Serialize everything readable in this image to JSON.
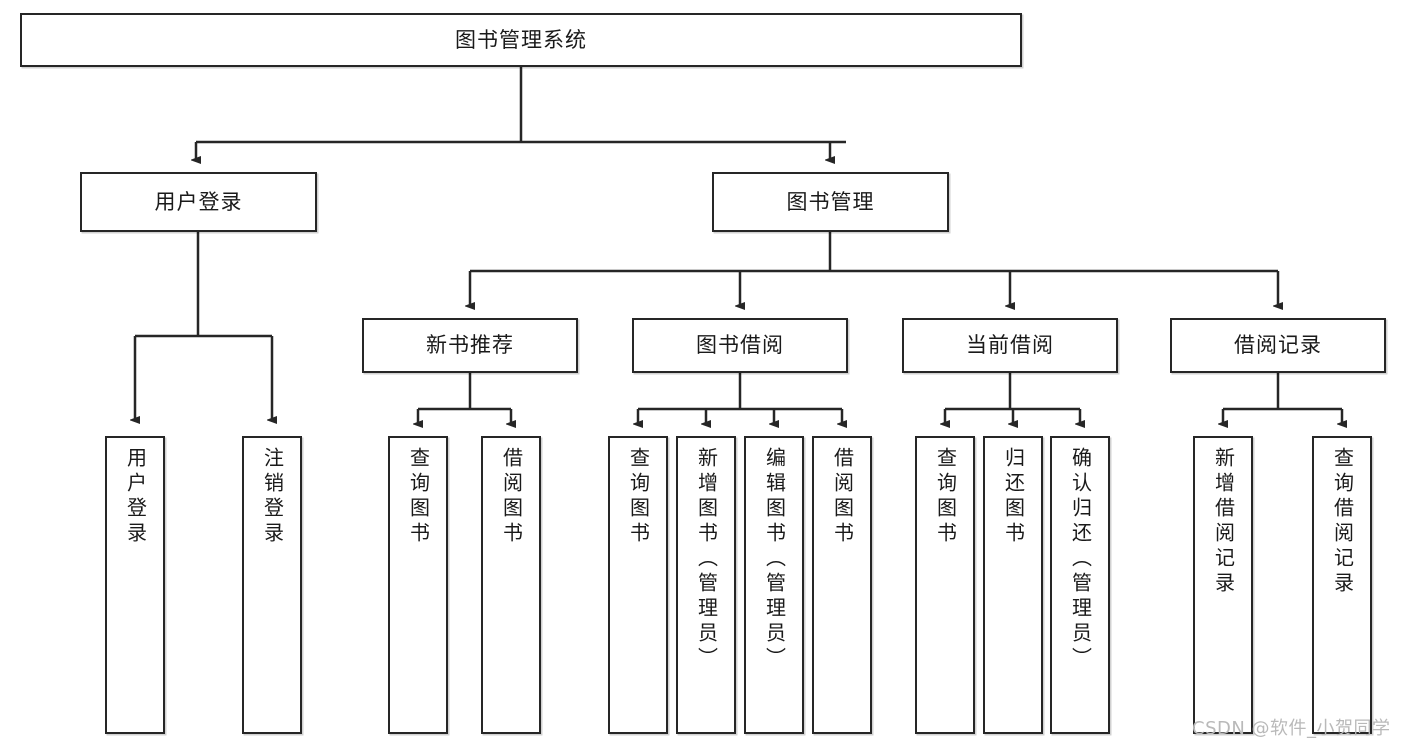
{
  "diagram": {
    "title_node": {
      "label": "图书管理系统"
    },
    "level1": [
      {
        "id": "user-login",
        "label": "用户登录"
      },
      {
        "id": "book-management",
        "label": "图书管理"
      }
    ],
    "level2": [
      {
        "id": "new-book-recommend",
        "label": "新书推荐"
      },
      {
        "id": "book-borrow",
        "label": "图书借阅"
      },
      {
        "id": "current-borrow",
        "label": "当前借阅"
      },
      {
        "id": "borrow-record",
        "label": "借阅记录"
      }
    ],
    "leaves": {
      "user_login": [
        {
          "id": "leaf-user-login",
          "label": "用户登录"
        },
        {
          "id": "leaf-logout",
          "label": "注销登录"
        }
      ],
      "new_book_recommend": [
        {
          "id": "leaf-query-book-1",
          "label": "查询图书"
        },
        {
          "id": "leaf-borrow-book-1",
          "label": "借阅图书"
        }
      ],
      "book_borrow": [
        {
          "id": "leaf-query-book-2",
          "label": "查询图书"
        },
        {
          "id": "leaf-add-book",
          "label": "新增图书（管理员）"
        },
        {
          "id": "leaf-edit-book",
          "label": "编辑图书（管理员）"
        },
        {
          "id": "leaf-borrow-book-2",
          "label": "借阅图书"
        }
      ],
      "current_borrow": [
        {
          "id": "leaf-query-book-3",
          "label": "查询图书"
        },
        {
          "id": "leaf-return-book",
          "label": "归还图书"
        },
        {
          "id": "leaf-confirm-return",
          "label": "确认归还（管理员）"
        }
      ],
      "borrow_record": [
        {
          "id": "leaf-add-record",
          "label": "新增借阅记录"
        },
        {
          "id": "leaf-query-record",
          "label": "查询借阅记录"
        }
      ]
    }
  },
  "watermark": {
    "text": "CSDN @软件_小贺同学"
  },
  "colors": {
    "border": "#262626",
    "background": "#ffffff",
    "text": "#1a1a1a",
    "watermark": "#b9b9b9"
  }
}
